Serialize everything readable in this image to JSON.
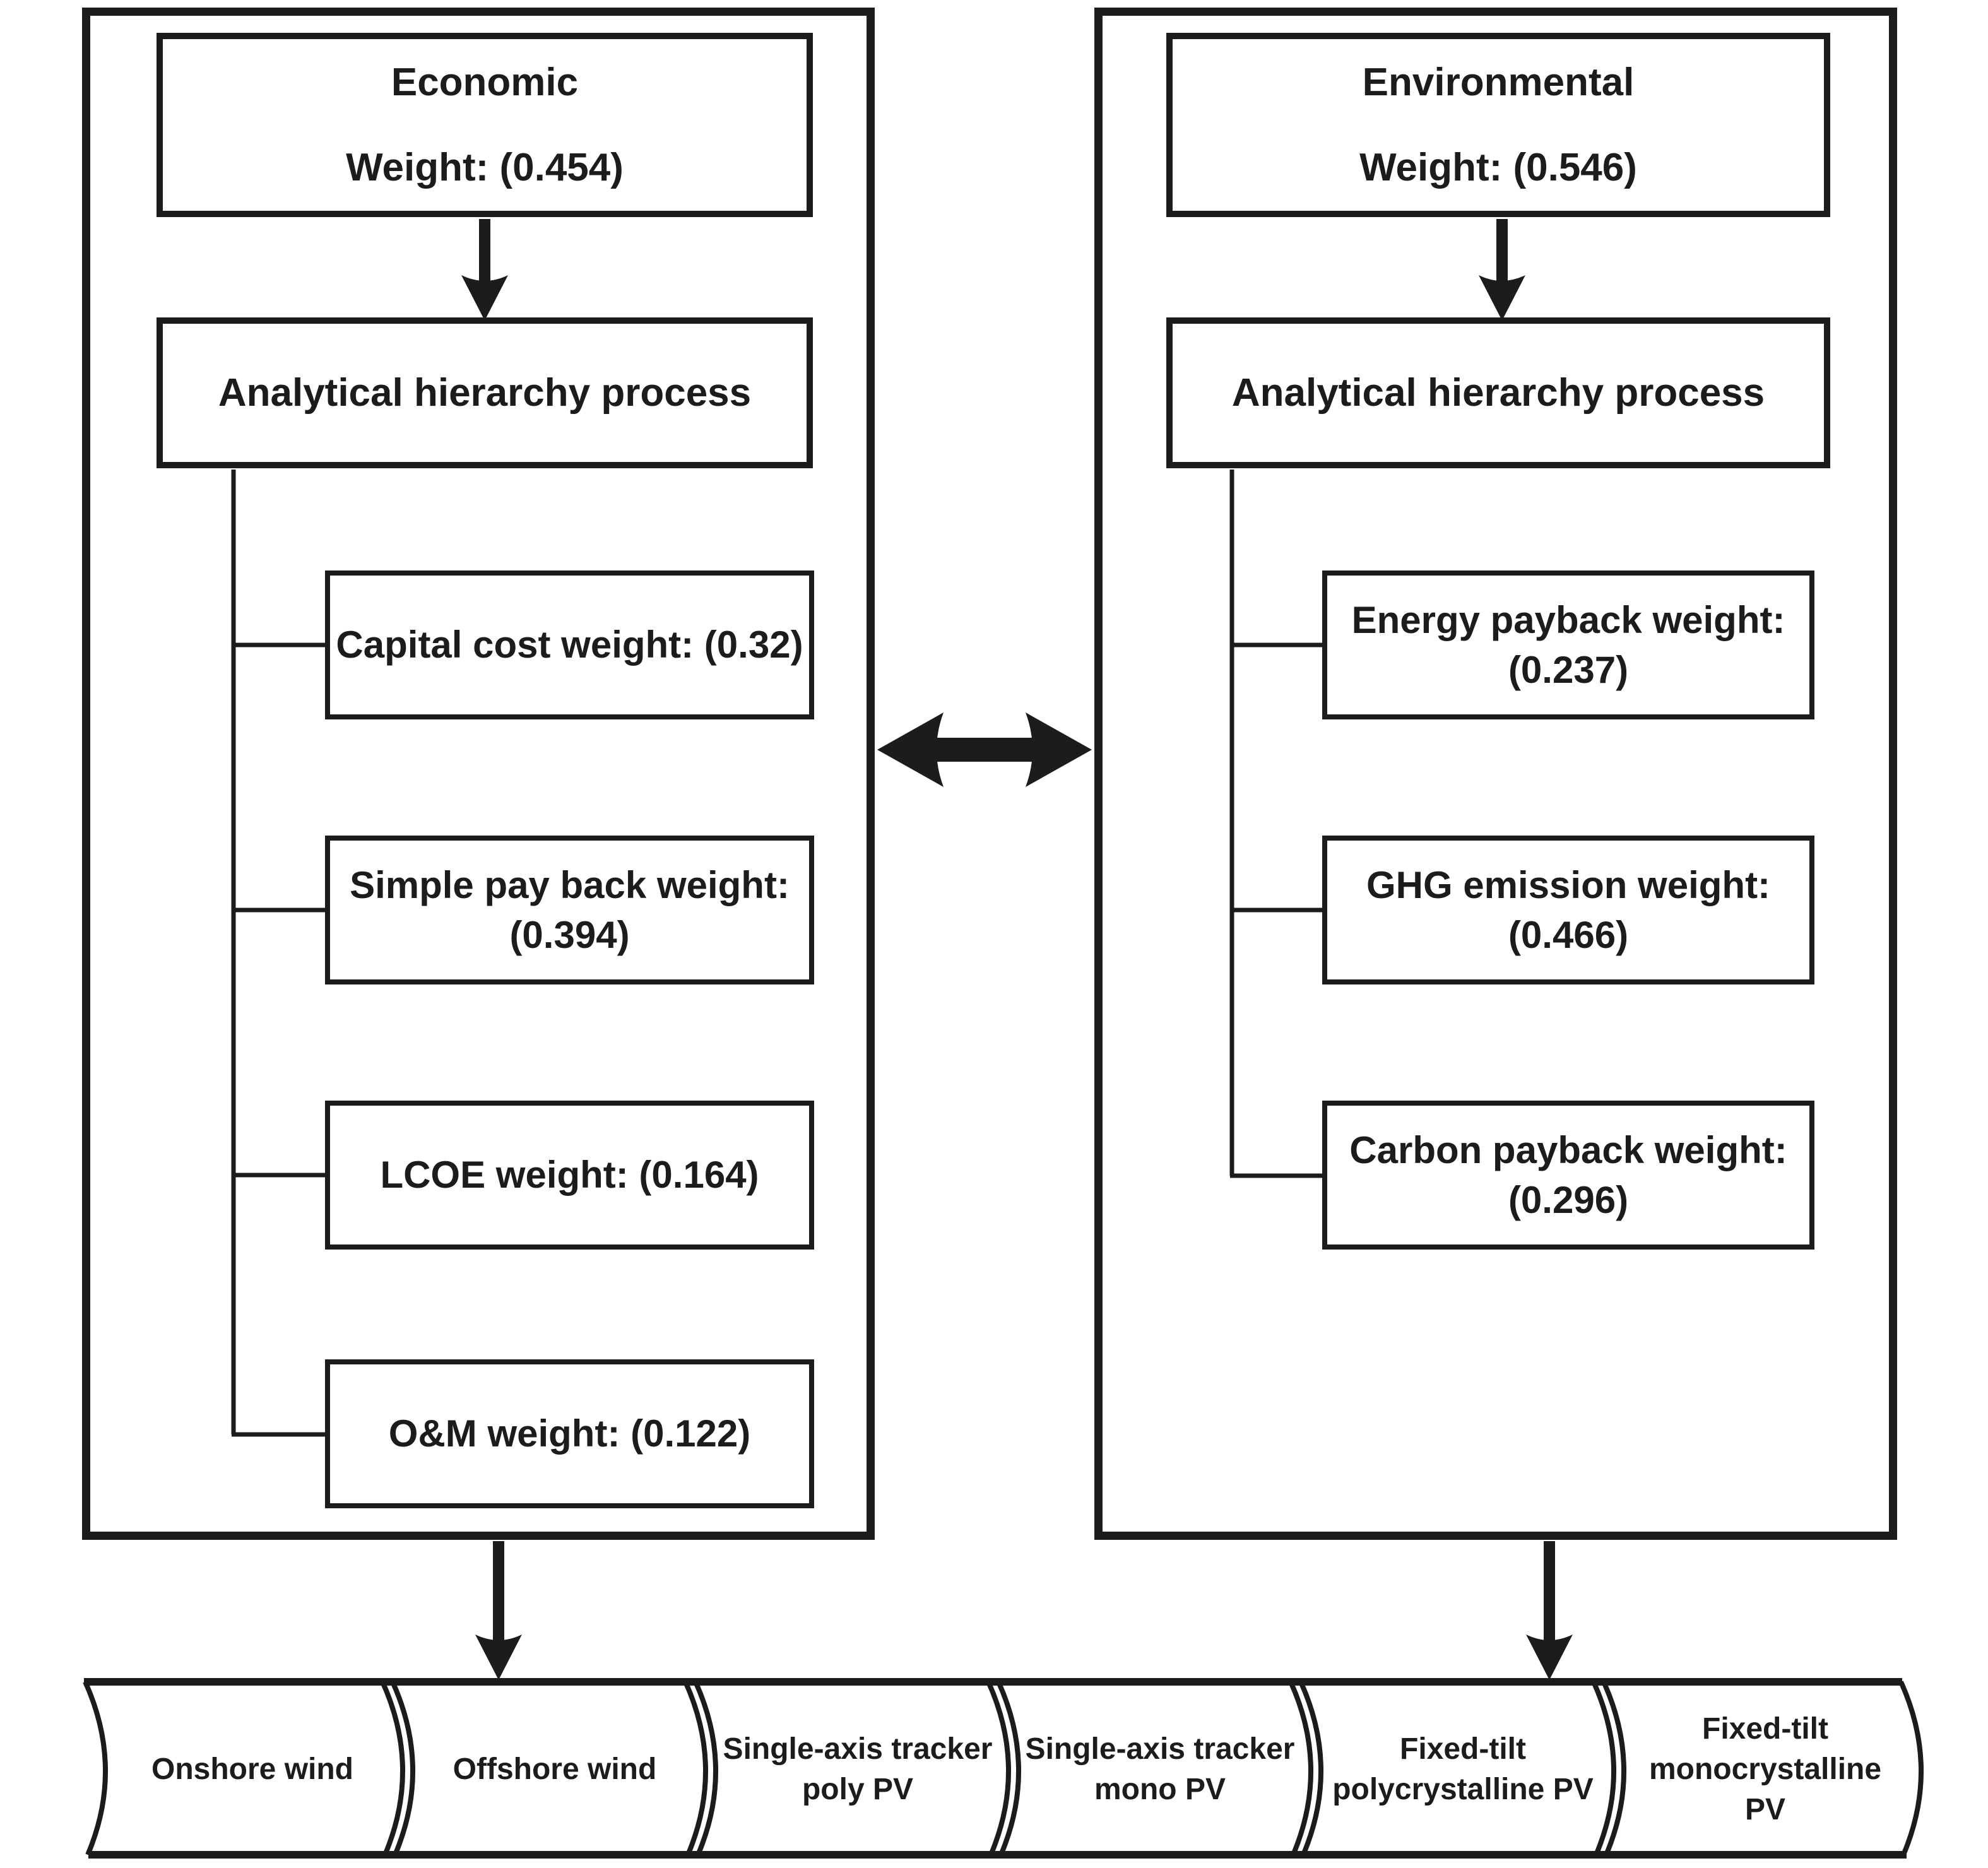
{
  "figure": {
    "economic_branch": {
      "header": {
        "line1": "Economic",
        "line2": "Weight: (0.454)"
      },
      "process_label": "Analytical hierarchy process",
      "criteria": [
        {
          "lines": [
            "Capital cost weight: (0.32)",
            ""
          ]
        },
        {
          "lines": [
            "Simple pay back weight:",
            "(0.394)"
          ]
        },
        {
          "lines": [
            "LCOE weight: (0.164)",
            ""
          ]
        },
        {
          "lines": [
            "O&M weight: (0.122)",
            ""
          ]
        }
      ]
    },
    "environmental_branch": {
      "header": {
        "line1": "Environmental",
        "line2": "Weight: (0.546)"
      },
      "process_label": "Analytical hierarchy process",
      "criteria": [
        {
          "lines": [
            "Energy payback weight:",
            "(0.237)"
          ]
        },
        {
          "lines": [
            "GHG emission weight:",
            "(0.466)"
          ]
        },
        {
          "lines": [
            "Carbon payback weight:",
            "(0.296)"
          ]
        }
      ]
    },
    "alternatives": [
      {
        "label": "Onshore wind"
      },
      {
        "label": "Offshore wind"
      },
      {
        "label": "Single-axis tracker poly PV"
      },
      {
        "label": "Single-axis tracker mono PV"
      },
      {
        "label": "Fixed-tilt polycrystalline PV"
      },
      {
        "label": "Fixed-tilt monocrystalline PV"
      }
    ],
    "colors": {
      "line": "#1c1c1c",
      "background": "#ffffff"
    }
  }
}
